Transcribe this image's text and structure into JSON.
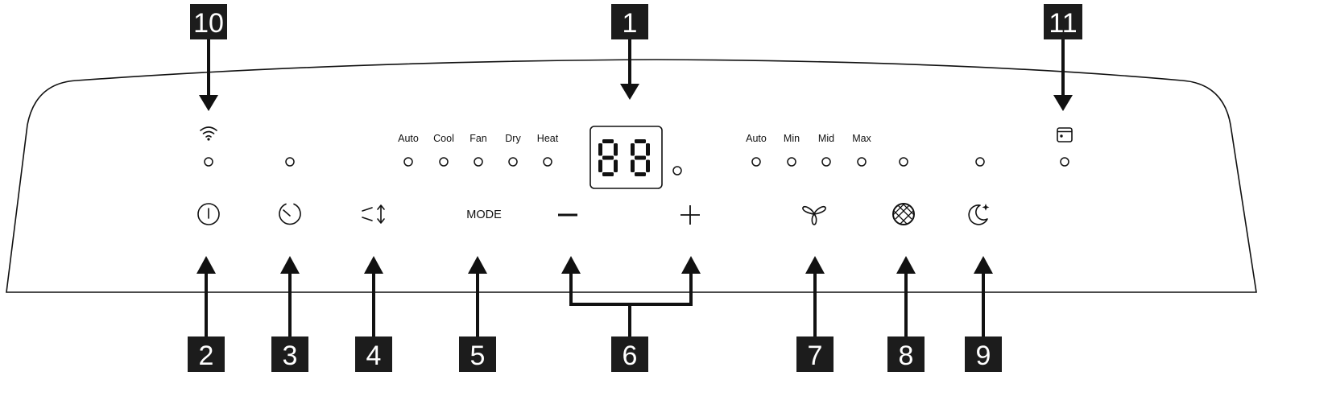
{
  "display": {
    "value": "88"
  },
  "mode_labels": [
    "Auto",
    "Cool",
    "Fan",
    "Dry",
    "Heat"
  ],
  "fan_labels": [
    "Auto",
    "Min",
    "Mid",
    "Max"
  ],
  "mode_button_label": "MODE",
  "callouts": {
    "display": "1",
    "power": "2",
    "timer": "3",
    "swing": "4",
    "mode": "5",
    "temp": "6",
    "fan": "7",
    "filter": "8",
    "sleep": "9",
    "wifi": "10",
    "tank": "11"
  },
  "icons": {
    "wifi": "wifi-icon",
    "tank": "water-tank-icon",
    "power": "power-icon",
    "timer": "timer-icon",
    "swing": "swing-icon",
    "minus": "minus-icon",
    "plus": "plus-icon",
    "fan": "fan-icon",
    "filter": "filter-icon",
    "sleep": "sleep-icon"
  }
}
